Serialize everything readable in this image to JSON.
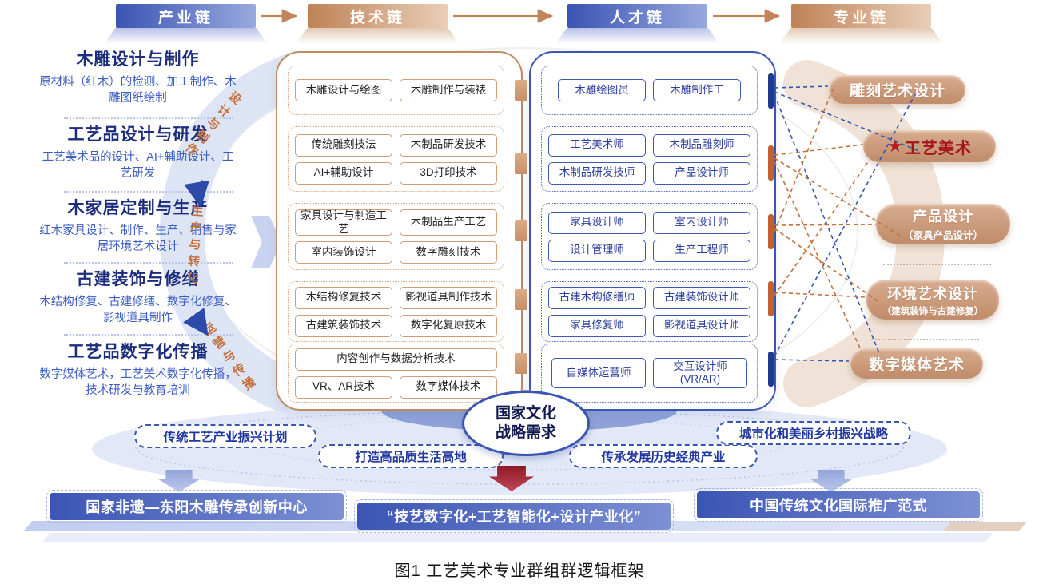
{
  "caption": "图1 工艺美术专业群组群逻辑框架",
  "chains": [
    {
      "label": "产业链",
      "theme": "blue"
    },
    {
      "label": "技术链",
      "theme": "tan"
    },
    {
      "label": "人才链",
      "theme": "blue"
    },
    {
      "label": "专业链",
      "theme": "tan"
    }
  ],
  "industry": {
    "items": [
      {
        "title": "木雕设计与制作",
        "desc": "原材料（红木）的检测、加工制作、木雕图纸绘制"
      },
      {
        "title": "工艺品设计与研发",
        "desc": "工艺美术品的设计、AI+辅助设计、工艺研发"
      },
      {
        "title": "木家居定制与生产",
        "desc": "红木家具设计、制作、生产、销售与家居环境艺术设计"
      },
      {
        "title": "古建装饰与修缮",
        "desc": "木结构修复、古建修缮、数字化修复、影视道具制作"
      },
      {
        "title": "工艺品数字化传播",
        "desc": "数字媒体艺术，工艺美术数字化传播，技术研发与教育培训"
      }
    ],
    "arc_labels": [
      "设计与制作",
      "生产与转化",
      "运营与传播"
    ]
  },
  "technology": {
    "groups": [
      {
        "boxes": [
          "木雕设计与绘图",
          "木雕制作与装裱"
        ]
      },
      {
        "boxes": [
          "传统雕刻技法",
          "木制品研发技术",
          "AI+辅助设计",
          "3D打印技术"
        ]
      },
      {
        "boxes": [
          "家具设计与制造工艺",
          "木制品生产工艺",
          "室内装饰设计",
          "数字雕刻技术"
        ]
      },
      {
        "boxes": [
          "木结构修复技术",
          "影视道具制作技术",
          "古建筑装饰技术",
          "数字化复原技术"
        ]
      },
      {
        "boxes": [
          "内容创作与数据分析技术",
          "VR、AR技术",
          "数字媒体技术"
        ]
      }
    ]
  },
  "talent": {
    "groups": [
      {
        "boxes": [
          "木雕绘图员",
          "木雕制作工"
        ]
      },
      {
        "boxes": [
          "工艺美术师",
          "木制品雕刻师",
          "木制品研发技师",
          "产品设计师"
        ]
      },
      {
        "boxes": [
          "家具设计师",
          "室内设计师",
          "设计管理师",
          "生产工程师"
        ]
      },
      {
        "boxes": [
          "古建木构修缮师",
          "古建装饰设计师",
          "家具修复师",
          "影视道具设计师"
        ]
      },
      {
        "boxes": [
          "自媒体运营师",
          "交互设计师(VR/AR)"
        ]
      }
    ]
  },
  "majors": {
    "star_glyph": "★",
    "items": [
      {
        "title": "雕刻艺术设计",
        "subtitle": ""
      },
      {
        "title": "工艺美术",
        "subtitle": ""
      },
      {
        "title": "产品设计",
        "subtitle": "（家具产品设计）"
      },
      {
        "title": "环境艺术设计",
        "subtitle": "（建筑装饰与古建修复）"
      },
      {
        "title": "数字媒体艺术",
        "subtitle": ""
      }
    ]
  },
  "center_demand": {
    "line1": "国家文化",
    "line2": "战略需求"
  },
  "strategies": [
    "传统工艺产业振兴计划",
    "打造高品质生活高地",
    "传承发展历史经典产业",
    "城市化和美丽乡村振兴战略"
  ],
  "outcomes": [
    "国家非遗—东阳木雕传承创新中心",
    "“技艺数字化+工艺智能化+设计产业化”",
    "中国传统文化国际推广范式"
  ],
  "colors": {
    "chain_blue": "#3b54b3",
    "chain_tan": "#bf8257",
    "navy_title": "#1b2d7c",
    "desc_blue": "#3c5ec4",
    "arc_orange": "#c4713d",
    "talent_blue": "#3a56b4",
    "tech_border": "#c08a63",
    "star_red": "#b51a20",
    "banner_blue": "#3c55b4"
  }
}
